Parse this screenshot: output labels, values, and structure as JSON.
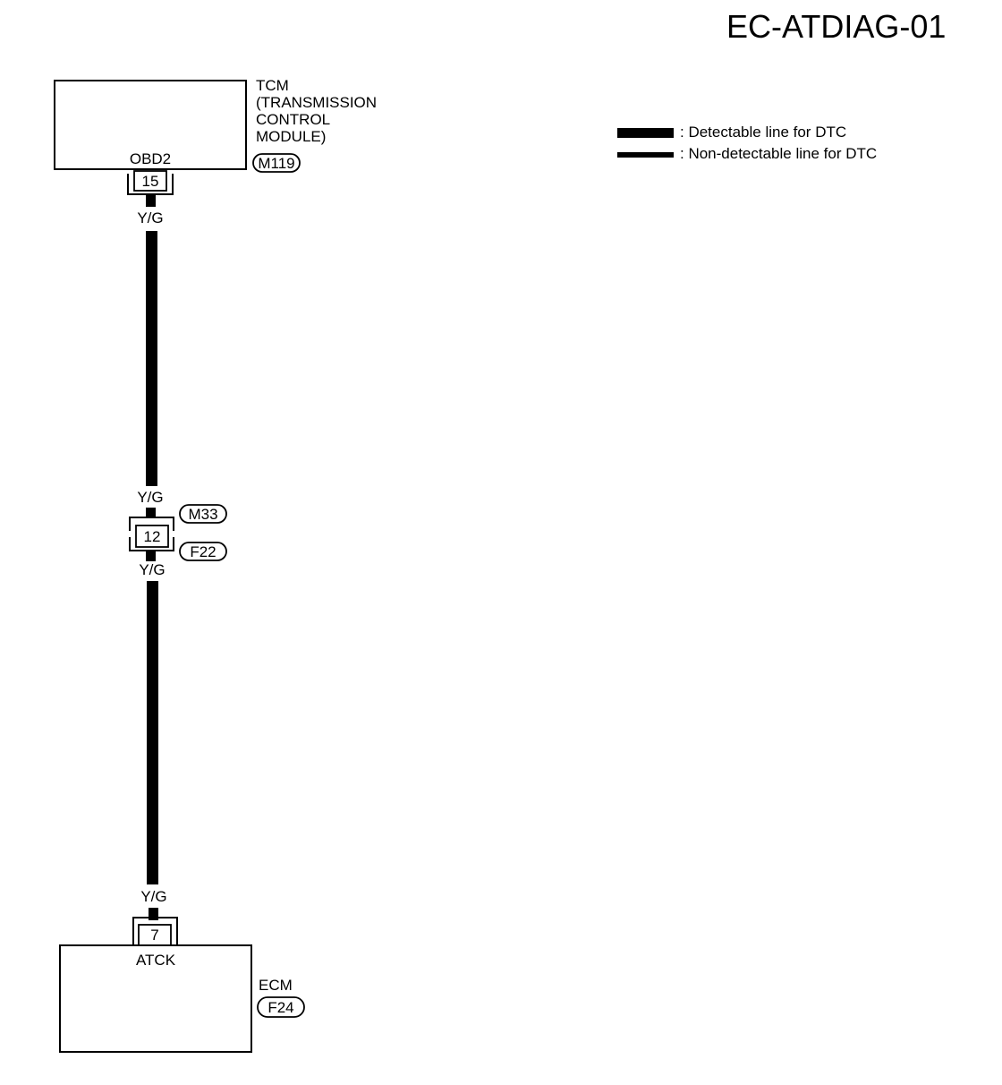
{
  "diagram_id": "EC-ATDIAG-01",
  "legend": {
    "detectable": ": Detectable line for DTC",
    "non_detectable": ": Non-detectable line for DTC"
  },
  "tcm": {
    "name_lines": [
      "TCM",
      "(TRANSMISSION",
      "CONTROL",
      "MODULE)"
    ],
    "terminal_label": "OBD2",
    "terminal_number": "15",
    "connector": "M119"
  },
  "wire": {
    "color_code_1": "Y/G",
    "color_code_2": "Y/G",
    "color_code_3": "Y/G",
    "color_code_4": "Y/G"
  },
  "joint_connector": {
    "terminal_number": "12",
    "connector_upper": "M33",
    "connector_lower": "F22"
  },
  "ecm": {
    "name": "ECM",
    "terminal_label": "ATCK",
    "terminal_number": "7",
    "connector": "F24"
  }
}
